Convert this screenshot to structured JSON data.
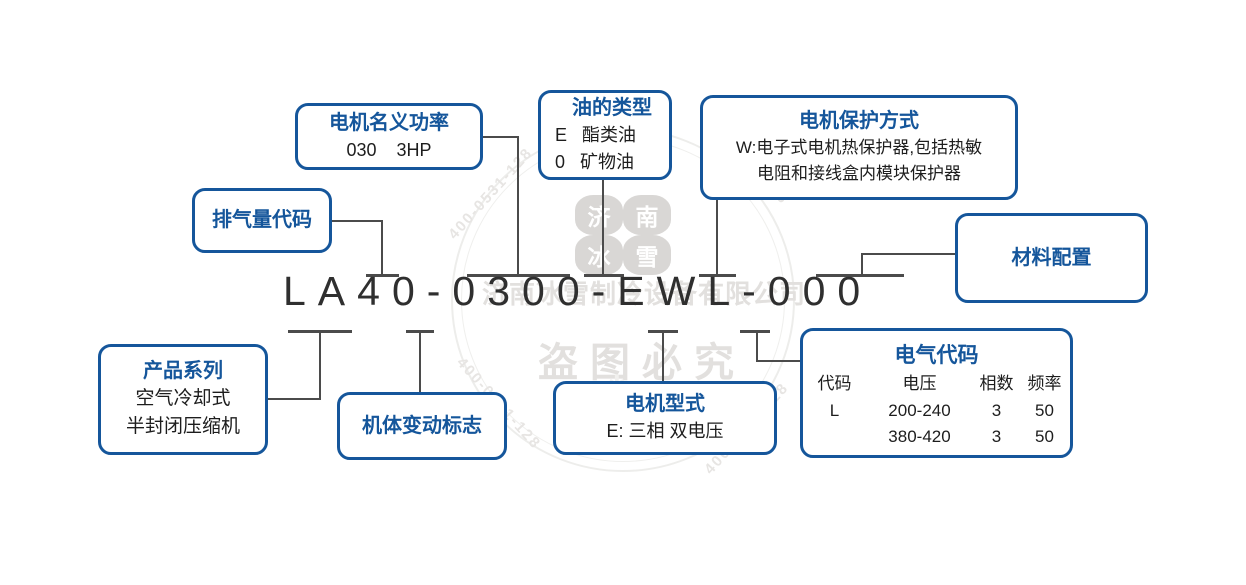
{
  "model_code": "LA40-0300-EWL-000",
  "boxes": {
    "motor_power": {
      "title": "电机名义功率",
      "line1": "030    3HP"
    },
    "oil_type": {
      "title": "油的类型",
      "line1": "E   酯类油",
      "line2": "0   矿物油"
    },
    "motor_protection": {
      "title": "电机保护方式",
      "line1": "W:电子式电机热保护器,包括热敏",
      "line2": "电阻和接线盒内模块保护器"
    },
    "displacement_code": {
      "title": "排气量代码"
    },
    "material_config": {
      "title": "材料配置"
    },
    "product_series": {
      "title": "产品系列",
      "line1": "空气冷却式",
      "line2": "半封闭压缩机"
    },
    "body_change_mark": {
      "title": "机体变动标志"
    },
    "motor_type": {
      "title": "电机型式",
      "line1": "E: 三相 双电压"
    },
    "electrical_code": {
      "title": "电气代码",
      "headers": [
        "代码",
        "电压",
        "相数",
        "频率"
      ],
      "rows": [
        [
          "L",
          "200-240",
          "3",
          "50"
        ],
        [
          "",
          "380-420",
          "3",
          "50"
        ]
      ]
    }
  },
  "watermark": {
    "logo_chars": [
      "济",
      "南",
      "冰",
      "雪"
    ],
    "company": "济南冰雪制冷设备有限公司",
    "warning": "盗图必究",
    "phone": "400-0531-128",
    "snowflake": "❄"
  },
  "colors": {
    "accent": "#15569b",
    "line": "#4b4b4b",
    "ink": "#1d1d1d",
    "model": "#2f2f2f",
    "wm": "#e2e0de"
  }
}
